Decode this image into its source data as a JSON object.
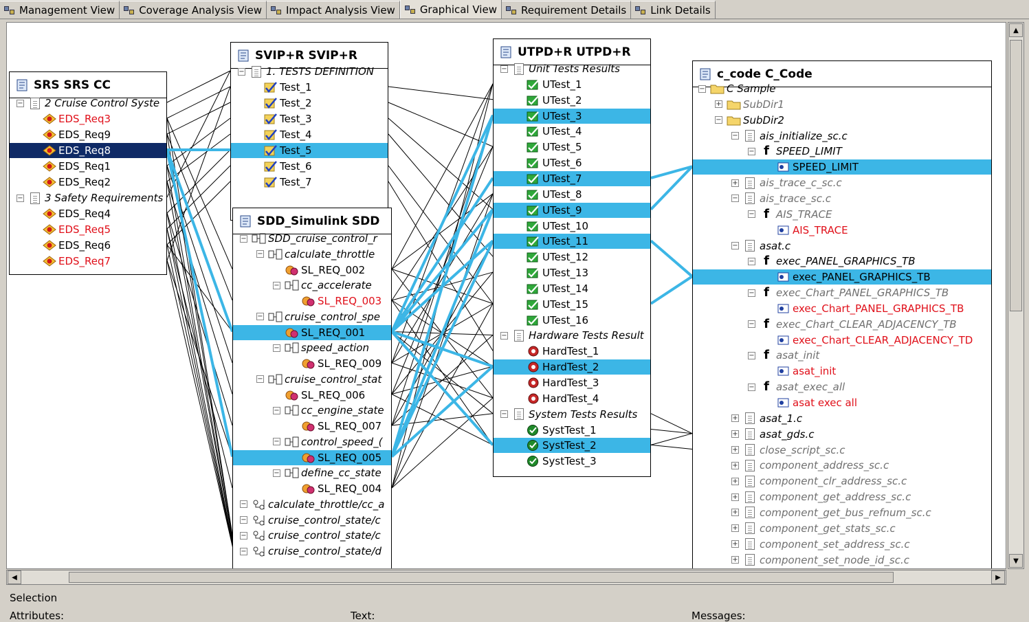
{
  "tabs": [
    {
      "label": "Management View",
      "icon": "management-view-icon",
      "active": false
    },
    {
      "label": "Coverage Analysis View",
      "icon": "coverage-analysis-icon",
      "active": false
    },
    {
      "label": "Impact Analysis View",
      "icon": "impact-analysis-icon",
      "active": false
    },
    {
      "label": "Graphical View",
      "icon": "graphical-view-icon",
      "active": true
    },
    {
      "label": "Requirement Details",
      "icon": "requirement-details-icon",
      "active": false
    },
    {
      "label": "Link Details",
      "icon": "link-details-icon",
      "active": false
    }
  ],
  "panels": [
    {
      "id": "srs",
      "title": "SRS   SRS  CC",
      "icon": "srs-doc-icon",
      "rows": [
        {
          "t": "2 Cruise Control Syste",
          "lvl": 0,
          "toggle": "-",
          "icon": "doc",
          "style": "it"
        },
        {
          "t": "EDS_Req3",
          "lvl": 1,
          "icon": "req",
          "style": "red"
        },
        {
          "t": "EDS_Req9",
          "lvl": 1,
          "icon": "req"
        },
        {
          "t": "EDS_Req8",
          "lvl": 1,
          "icon": "req",
          "sel": "dark"
        },
        {
          "t": "EDS_Req1",
          "lvl": 1,
          "icon": "req"
        },
        {
          "t": "EDS_Req2",
          "lvl": 1,
          "icon": "req"
        },
        {
          "t": "3 Safety Requirements",
          "lvl": 0,
          "toggle": "-",
          "icon": "doc",
          "style": "it"
        },
        {
          "t": "EDS_Req4",
          "lvl": 1,
          "icon": "req"
        },
        {
          "t": "EDS_Req5",
          "lvl": 1,
          "icon": "req",
          "style": "red"
        },
        {
          "t": "EDS_Req6",
          "lvl": 1,
          "icon": "req"
        },
        {
          "t": "EDS_Req7",
          "lvl": 1,
          "icon": "req",
          "style": "red"
        }
      ]
    },
    {
      "id": "svip",
      "title": "SVIP+R   SVIP+R",
      "icon": "svip-check-icon",
      "rows": [
        {
          "t": "1. TESTS DEFINITION",
          "lvl": 0,
          "toggle": "-",
          "icon": "doc",
          "style": "it"
        },
        {
          "t": "Test_1",
          "lvl": 1,
          "icon": "test"
        },
        {
          "t": "Test_2",
          "lvl": 1,
          "icon": "test"
        },
        {
          "t": "Test_3",
          "lvl": 1,
          "icon": "test"
        },
        {
          "t": "Test_4",
          "lvl": 1,
          "icon": "test"
        },
        {
          "t": "Test_5",
          "lvl": 1,
          "icon": "test",
          "sel": "blue"
        },
        {
          "t": "Test_6",
          "lvl": 1,
          "icon": "test"
        },
        {
          "t": "Test_7",
          "lvl": 1,
          "icon": "test"
        }
      ]
    },
    {
      "id": "sdd",
      "title": "SDD_Simulink   SDD",
      "icon": "simulink-icon",
      "rows": [
        {
          "t": "SDD_cruise_control_r",
          "lvl": 0,
          "toggle": "-",
          "icon": "block",
          "style": "it"
        },
        {
          "t": "calculate_throttle",
          "lvl": 1,
          "toggle": "-",
          "icon": "block",
          "style": "it"
        },
        {
          "t": "SL_REQ_002",
          "lvl": 2,
          "icon": "slreq"
        },
        {
          "t": "cc_accelerate",
          "lvl": 2,
          "toggle": "-",
          "icon": "block",
          "style": "it"
        },
        {
          "t": "SL_REQ_003",
          "lvl": 3,
          "icon": "slreq",
          "style": "red"
        },
        {
          "t": "cruise_control_spe",
          "lvl": 1,
          "toggle": "-",
          "icon": "block",
          "style": "it"
        },
        {
          "t": "SL_REQ_001",
          "lvl": 2,
          "icon": "slreq",
          "sel": "blue"
        },
        {
          "t": "speed_action",
          "lvl": 2,
          "toggle": "-",
          "icon": "block",
          "style": "it"
        },
        {
          "t": "SL_REQ_009",
          "lvl": 3,
          "icon": "slreq"
        },
        {
          "t": "cruise_control_stat",
          "lvl": 1,
          "toggle": "-",
          "icon": "block",
          "style": "it"
        },
        {
          "t": "SL_REQ_006",
          "lvl": 2,
          "icon": "slreq"
        },
        {
          "t": "cc_engine_state",
          "lvl": 2,
          "toggle": "-",
          "icon": "block",
          "style": "it"
        },
        {
          "t": "SL_REQ_007",
          "lvl": 3,
          "icon": "slreq"
        },
        {
          "t": "control_speed_(",
          "lvl": 2,
          "toggle": "-",
          "icon": "block",
          "style": "it"
        },
        {
          "t": "SL_REQ_005",
          "lvl": 3,
          "icon": "slreq",
          "sel": "blue"
        },
        {
          "t": "define_cc_state",
          "lvl": 2,
          "toggle": "-",
          "icon": "block",
          "style": "it"
        },
        {
          "t": "SL_REQ_004",
          "lvl": 3,
          "icon": "slreq"
        },
        {
          "t": "calculate_throttle/cc_a",
          "lvl": 0,
          "toggle": "-",
          "icon": "flow",
          "style": "it"
        },
        {
          "t": "cruise_control_state/c",
          "lvl": 0,
          "toggle": "-",
          "icon": "flow",
          "style": "it"
        },
        {
          "t": "cruise_control_state/c",
          "lvl": 0,
          "toggle": "-",
          "icon": "flow",
          "style": "it"
        },
        {
          "t": "cruise_control_state/d",
          "lvl": 0,
          "toggle": "-",
          "icon": "flow",
          "style": "it"
        }
      ]
    },
    {
      "id": "utpd",
      "title": "UTPD+R   UTPD+R",
      "icon": "utpd-icon",
      "rows": [
        {
          "t": "Unit Tests Results",
          "lvl": 0,
          "toggle": "-",
          "icon": "doc",
          "style": "it"
        },
        {
          "t": "UTest_1",
          "lvl": 1,
          "icon": "pass"
        },
        {
          "t": "UTest_2",
          "lvl": 1,
          "icon": "pass"
        },
        {
          "t": "UTest_3",
          "lvl": 1,
          "icon": "pass",
          "sel": "blue"
        },
        {
          "t": "UTest_4",
          "lvl": 1,
          "icon": "pass"
        },
        {
          "t": "UTest_5",
          "lvl": 1,
          "icon": "pass"
        },
        {
          "t": "UTest_6",
          "lvl": 1,
          "icon": "pass"
        },
        {
          "t": "UTest_7",
          "lvl": 1,
          "icon": "pass",
          "sel": "blue"
        },
        {
          "t": "UTest_8",
          "lvl": 1,
          "icon": "pass"
        },
        {
          "t": "UTest_9",
          "lvl": 1,
          "icon": "pass",
          "sel": "blue"
        },
        {
          "t": "UTest_10",
          "lvl": 1,
          "icon": "pass"
        },
        {
          "t": "UTest_11",
          "lvl": 1,
          "icon": "pass",
          "sel": "blue"
        },
        {
          "t": "UTest_12",
          "lvl": 1,
          "icon": "pass"
        },
        {
          "t": "UTest_13",
          "lvl": 1,
          "icon": "pass"
        },
        {
          "t": "UTest_14",
          "lvl": 1,
          "icon": "pass"
        },
        {
          "t": "UTest_15",
          "lvl": 1,
          "icon": "pass"
        },
        {
          "t": "UTest_16",
          "lvl": 1,
          "icon": "pass"
        },
        {
          "t": "Hardware Tests Result",
          "lvl": 0,
          "toggle": "-",
          "icon": "doc",
          "style": "it"
        },
        {
          "t": "HardTest_1",
          "lvl": 1,
          "icon": "hw"
        },
        {
          "t": "HardTest_2",
          "lvl": 1,
          "icon": "hw",
          "sel": "blue"
        },
        {
          "t": "HardTest_3",
          "lvl": 1,
          "icon": "hw"
        },
        {
          "t": "HardTest_4",
          "lvl": 1,
          "icon": "hw"
        },
        {
          "t": "System Tests Results",
          "lvl": 0,
          "toggle": "-",
          "icon": "doc",
          "style": "it"
        },
        {
          "t": "SystTest_1",
          "lvl": 1,
          "icon": "sys"
        },
        {
          "t": "SystTest_2",
          "lvl": 1,
          "icon": "sys",
          "sel": "blue"
        },
        {
          "t": "SystTest_3",
          "lvl": 1,
          "icon": "sys"
        }
      ]
    },
    {
      "id": "ccode",
      "title": "c_code   C_Code",
      "icon": "c-code-icon",
      "rows": [
        {
          "t": "C Sample",
          "lvl": 0,
          "toggle": "-",
          "icon": "folder",
          "style": "it"
        },
        {
          "t": "SubDir1",
          "lvl": 1,
          "toggle": "+",
          "icon": "folder",
          "style": "it gry"
        },
        {
          "t": "SubDir2",
          "lvl": 1,
          "toggle": "-",
          "icon": "folder",
          "style": "it"
        },
        {
          "t": "ais_initialize_sc.c",
          "lvl": 2,
          "toggle": "-",
          "icon": "doc",
          "style": "it"
        },
        {
          "t": "SPEED_LIMIT",
          "lvl": 3,
          "toggle": "-",
          "icon": "func",
          "style": "it"
        },
        {
          "t": "SPEED_LIMIT",
          "lvl": 4,
          "icon": "fnreq",
          "sel": "blue"
        },
        {
          "t": "ais_trace_c_sc.c",
          "lvl": 2,
          "toggle": "+",
          "icon": "doc",
          "style": "it gry"
        },
        {
          "t": "ais_trace_sc.c",
          "lvl": 2,
          "toggle": "-",
          "icon": "doc",
          "style": "it gry"
        },
        {
          "t": "AIS_TRACE",
          "lvl": 3,
          "toggle": "-",
          "icon": "func",
          "style": "it gry"
        },
        {
          "t": "AIS_TRACE",
          "lvl": 4,
          "icon": "fnreq",
          "style": "red"
        },
        {
          "t": "asat.c",
          "lvl": 2,
          "toggle": "-",
          "icon": "doc",
          "style": "it"
        },
        {
          "t": "exec_PANEL_GRAPHICS_TB",
          "lvl": 3,
          "toggle": "-",
          "icon": "func",
          "style": "it"
        },
        {
          "t": "exec_PANEL_GRAPHICS_TB",
          "lvl": 4,
          "icon": "fnreq",
          "sel": "blue"
        },
        {
          "t": "exec_Chart_PANEL_GRAPHICS_TB",
          "lvl": 3,
          "toggle": "-",
          "icon": "func",
          "style": "it gry"
        },
        {
          "t": "exec_Chart_PANEL_GRAPHICS_TB",
          "lvl": 4,
          "icon": "fnreq",
          "style": "red"
        },
        {
          "t": "exec_Chart_CLEAR_ADJACENCY_TB",
          "lvl": 3,
          "toggle": "-",
          "icon": "func",
          "style": "it gry"
        },
        {
          "t": "exec_Chart_CLEAR_ADJACENCY_TD",
          "lvl": 4,
          "icon": "fnreq",
          "style": "red"
        },
        {
          "t": "asat_init",
          "lvl": 3,
          "toggle": "-",
          "icon": "func",
          "style": "it gry"
        },
        {
          "t": "asat_init",
          "lvl": 4,
          "icon": "fnreq",
          "style": "red"
        },
        {
          "t": "asat_exec_all",
          "lvl": 3,
          "toggle": "-",
          "icon": "func",
          "style": "it gry"
        },
        {
          "t": "asat  exec  all",
          "lvl": 4,
          "icon": "fnreq",
          "style": "red"
        },
        {
          "t": "asat_1.c",
          "lvl": 2,
          "toggle": "+",
          "icon": "doc",
          "style": "it"
        },
        {
          "t": "asat_gds.c",
          "lvl": 2,
          "toggle": "+",
          "icon": "doc",
          "style": "it"
        },
        {
          "t": "close_script_sc.c",
          "lvl": 2,
          "toggle": "+",
          "icon": "doc",
          "style": "it gry"
        },
        {
          "t": "component_address_sc.c",
          "lvl": 2,
          "toggle": "+",
          "icon": "doc",
          "style": "it gry"
        },
        {
          "t": "component_clr_address_sc.c",
          "lvl": 2,
          "toggle": "+",
          "icon": "doc",
          "style": "it gry"
        },
        {
          "t": "component_get_address_sc.c",
          "lvl": 2,
          "toggle": "+",
          "icon": "doc",
          "style": "it gry"
        },
        {
          "t": "component_get_bus_refnum_sc.c",
          "lvl": 2,
          "toggle": "+",
          "icon": "doc",
          "style": "it gry"
        },
        {
          "t": "component_get_stats_sc.c",
          "lvl": 2,
          "toggle": "+",
          "icon": "doc",
          "style": "it gry"
        },
        {
          "t": "component_set_address_sc.c",
          "lvl": 2,
          "toggle": "+",
          "icon": "doc",
          "style": "it gry"
        },
        {
          "t": "component_set_node_id_sc.c",
          "lvl": 2,
          "toggle": "+",
          "icon": "doc",
          "style": "it gry"
        }
      ]
    }
  ],
  "bottom": {
    "selection": "Selection",
    "attributes": "Attributes:",
    "text": "Text:",
    "messages": "Messages:"
  },
  "colors": {
    "selection": "#3cb6e6",
    "dark_selection": "#0f2a66",
    "link_black": "#000000",
    "link_blue": "#3cb6e6",
    "red_text": "#e0101a"
  }
}
